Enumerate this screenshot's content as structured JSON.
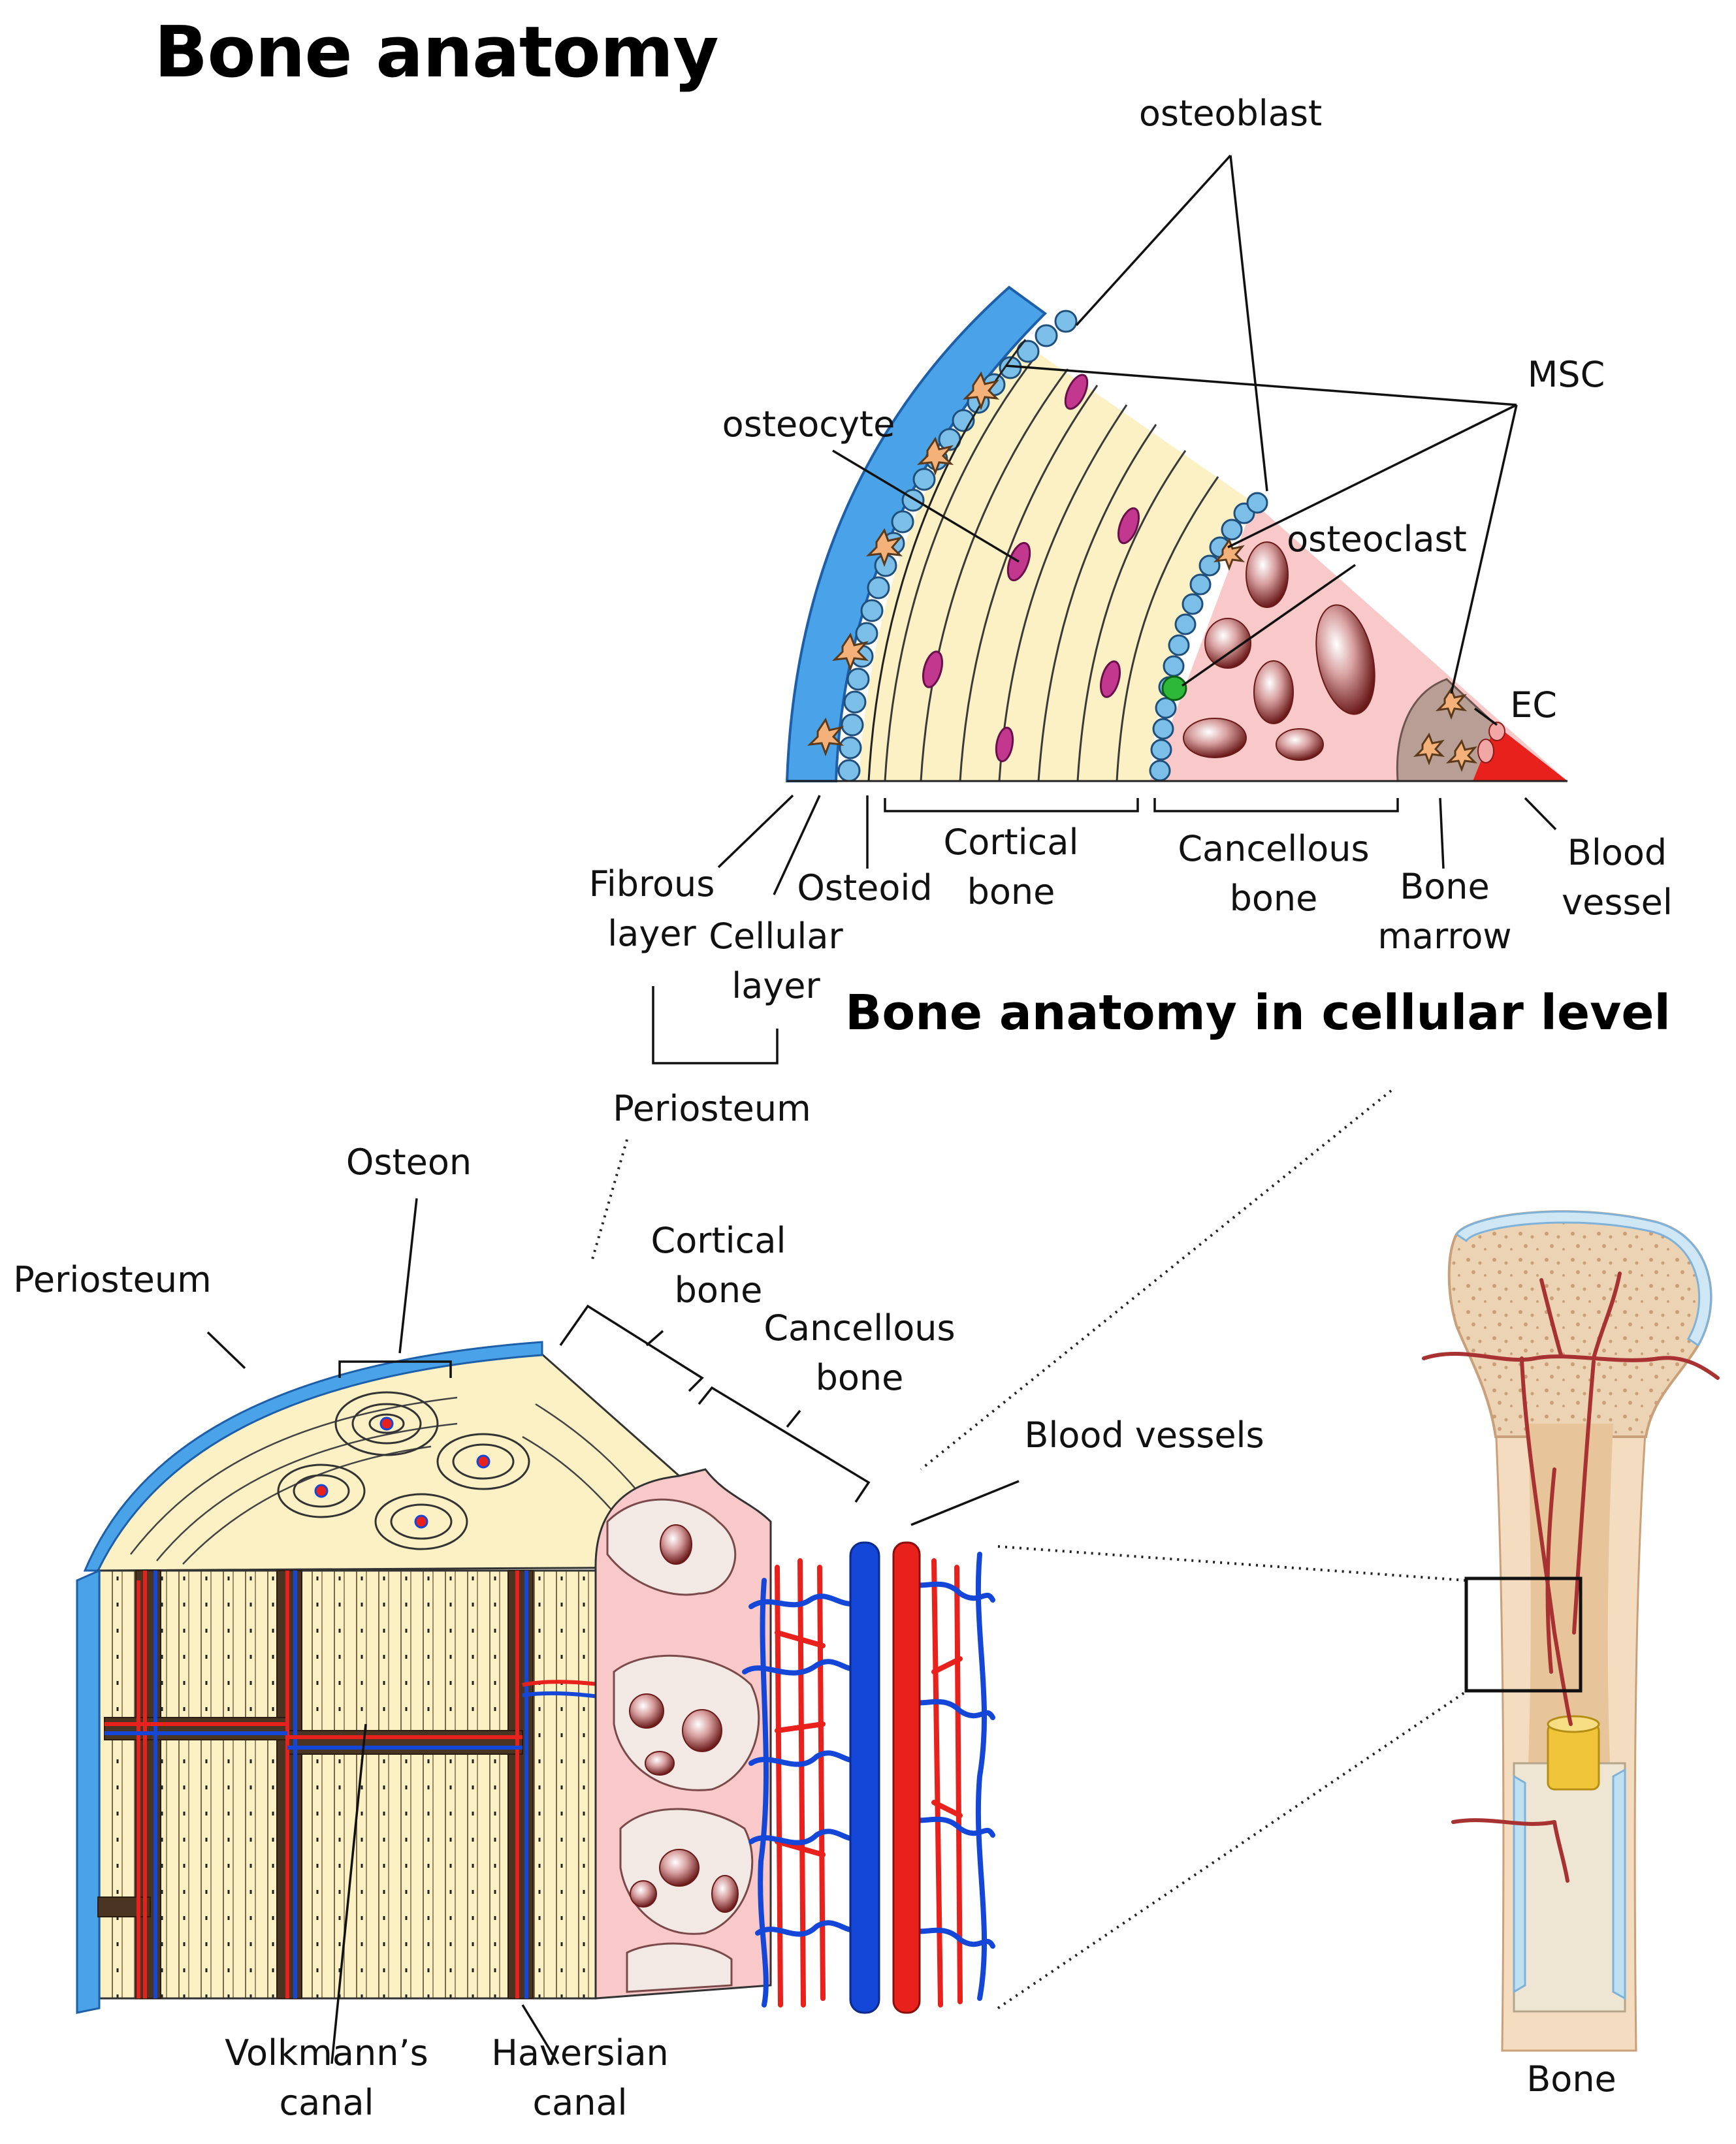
{
  "titles": {
    "main": "Bone anatomy",
    "cellular": "Bone anatomy in cellular level"
  },
  "cellular_labels": {
    "osteoblast": "osteoblast",
    "msc": "MSC",
    "osteocyte": "osteocyte",
    "osteoclast": "osteoclast",
    "ec": "EC",
    "fibrous_layer": [
      "Fibrous",
      "layer"
    ],
    "cellular_layer": [
      "Cellular",
      "layer"
    ],
    "osteoid": "Osteoid",
    "cortical_bone": [
      "Cortical",
      "bone"
    ],
    "cancellous_bone": [
      "Cancellous",
      "bone"
    ],
    "bone_marrow": [
      "Bone",
      "marrow"
    ],
    "blood_vessel": [
      "Blood",
      "vessel"
    ],
    "periosteum": "Periosteum"
  },
  "section_labels": {
    "osteon": "Osteon",
    "periosteum": "Periosteum",
    "cortical_bone": [
      "Cortical",
      "bone"
    ],
    "cancellous_bone": [
      "Cancellous",
      "bone"
    ],
    "blood_vessels": "Blood vessels",
    "volkmanns_canal": [
      "Volkmann’s",
      "canal"
    ],
    "haversian_canal": [
      "Haversian",
      "canal"
    ]
  },
  "bone_label": "Bone",
  "colors": {
    "periosteum_blue": "#4aa3e8",
    "cortical_cream": "#fbf1c4",
    "cancellous_pink": "#f9c9c9",
    "artery_red": "#e8211c",
    "vein_blue": "#1446d8",
    "canal_brown": "#4a3422",
    "osteocyte_magenta": "#c2388f",
    "osteoclast_green": "#2db83a",
    "msc_orange": "#f4b27a",
    "marrow_cavity": "#e8c49a",
    "cartilage_yellow": "#f0c53a"
  }
}
